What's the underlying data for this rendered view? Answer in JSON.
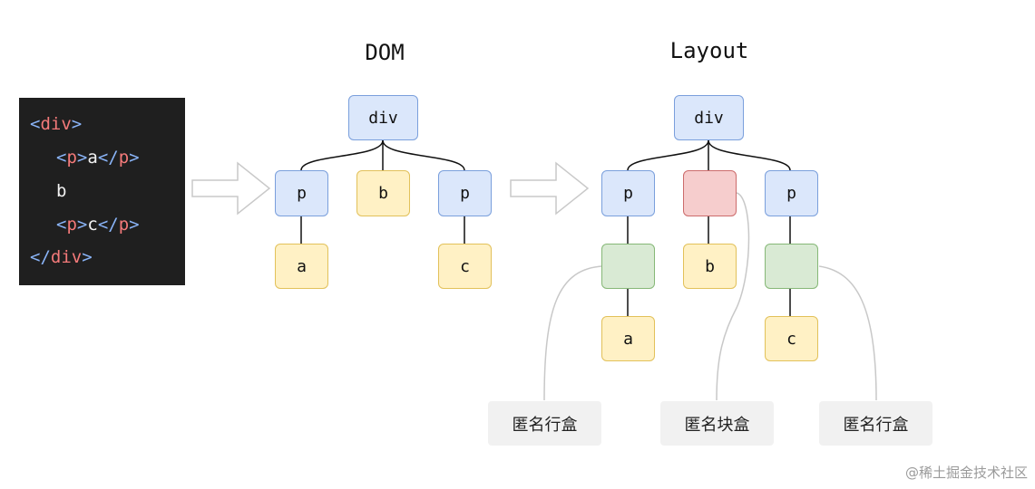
{
  "titles": {
    "dom": "DOM",
    "layout": "Layout"
  },
  "code": {
    "line1": {
      "open": "<",
      "tag": "div",
      "close": ">"
    },
    "line2": {
      "open1": "<",
      "tag1": "p",
      "close1": ">",
      "text": "a",
      "open2": "</",
      "tag2": "p",
      "close2": ">"
    },
    "line3": {
      "text": "b"
    },
    "line4": {
      "open1": "<",
      "tag1": "p",
      "close1": ">",
      "text": "c",
      "open2": "</",
      "tag2": "p",
      "close2": ">"
    },
    "line5": {
      "open": "</",
      "tag": "div",
      "close": ">"
    }
  },
  "dom_tree": {
    "root": "div",
    "p1": "p",
    "b": "b",
    "p2": "p",
    "a": "a",
    "c": "c"
  },
  "layout_tree": {
    "root": "div",
    "p1": "p",
    "anon_block": "",
    "p2": "p",
    "anon_line1": "",
    "b": "b",
    "anon_line2": "",
    "a": "a",
    "c": "c"
  },
  "labels": {
    "anon_line_left": "匿名行盒",
    "anon_block": "匿名块盒",
    "anon_line_right": "匿名行盒"
  },
  "watermark": "@稀土掘金技术社区",
  "colors": {
    "element_box": "#dbe7fb",
    "text_box": "#fff1c5",
    "anon_line_box": "#d9ead4",
    "anon_block_box": "#f6cdcd",
    "code_bg": "#1f1f1f"
  }
}
